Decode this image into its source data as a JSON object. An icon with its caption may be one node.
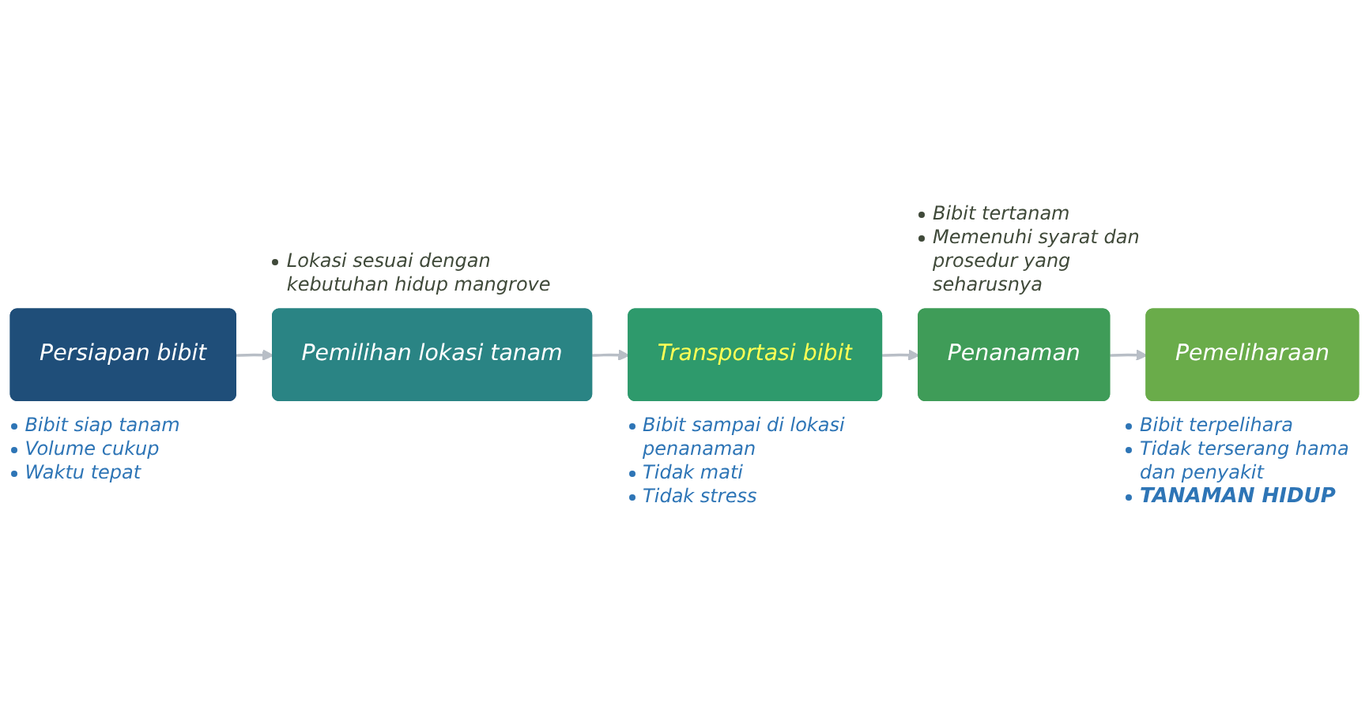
{
  "diagram": {
    "nodes": [
      {
        "text": [
          "Persiapan bibit"
        ],
        "beside": [
          "Bibit siap tanam",
          "Volume cukup",
          "Waktu tepat"
        ]
      },
      {
        "text": [
          "Pemilihan lokasi tanam"
        ],
        "beside": [
          "Lokasi sesuai dengan kebutuhan hidup mangrove"
        ]
      },
      {
        "text": [
          "Transportasi bibit"
        ],
        "beside": [
          "Bibit sampai di lokasi penanaman",
          "Tidak mati",
          "Tidak stress"
        ]
      },
      {
        "text": [
          "Penanaman"
        ],
        "beside": [
          "Bibit tertanam",
          "Memenuhi syarat dan prosedur yang seharusnya"
        ]
      },
      {
        "text": [
          "Pemeliharaan"
        ],
        "beside": [
          "Bibit terpelihara",
          "Tidak terserang hama dan penyakit",
          "TANAMAN HIDUP"
        ]
      }
    ],
    "edges": [
      {
        "from": 0,
        "to": 1,
        "arrow": "to"
      },
      {
        "from": 1,
        "to": 2,
        "arrow": "to"
      },
      {
        "from": 2,
        "to": 3,
        "arrow": "to"
      },
      {
        "from": 3,
        "to": 4,
        "arrow": "to"
      }
    ]
  }
}
